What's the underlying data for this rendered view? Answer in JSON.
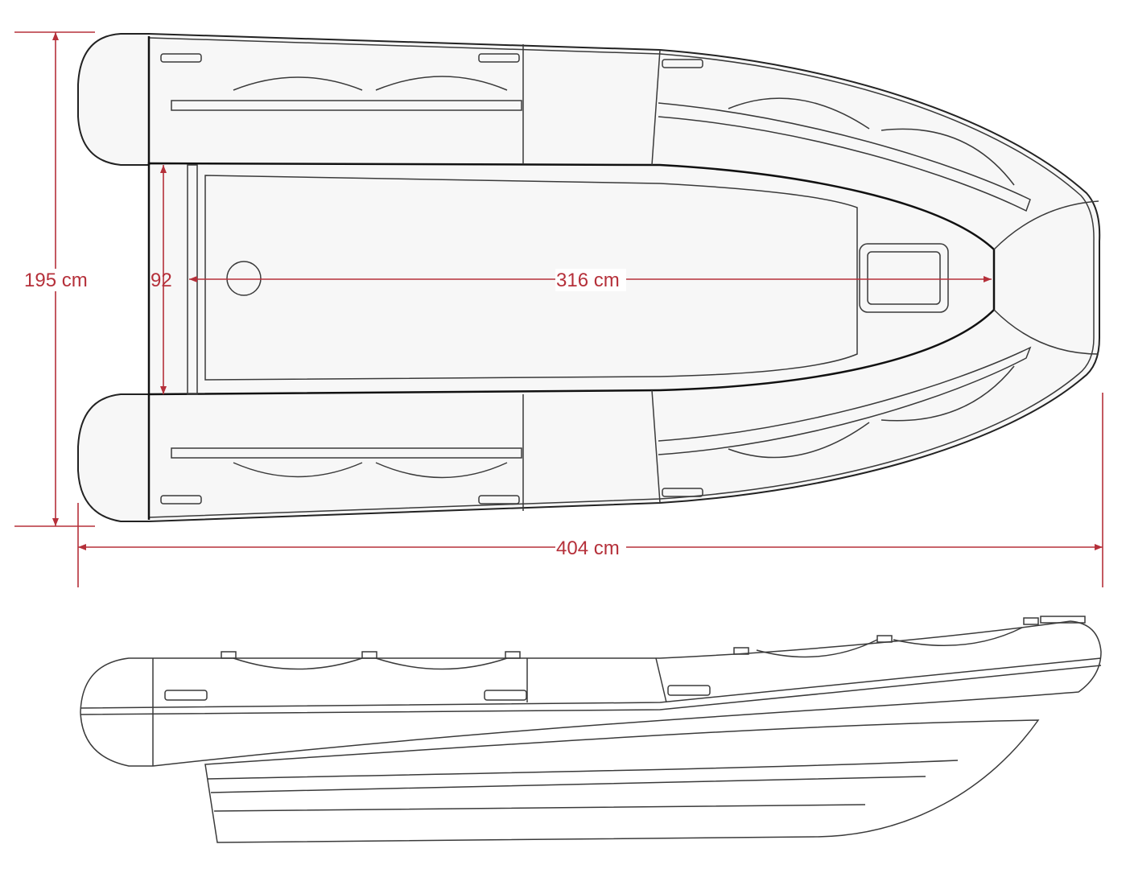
{
  "dimensions": {
    "overall_width": "195 cm",
    "inner_width": "92",
    "inner_length": "316 cm",
    "overall_length": "404 cm"
  },
  "colors": {
    "dimension_line": "#b5303a",
    "outline": "#222222"
  }
}
